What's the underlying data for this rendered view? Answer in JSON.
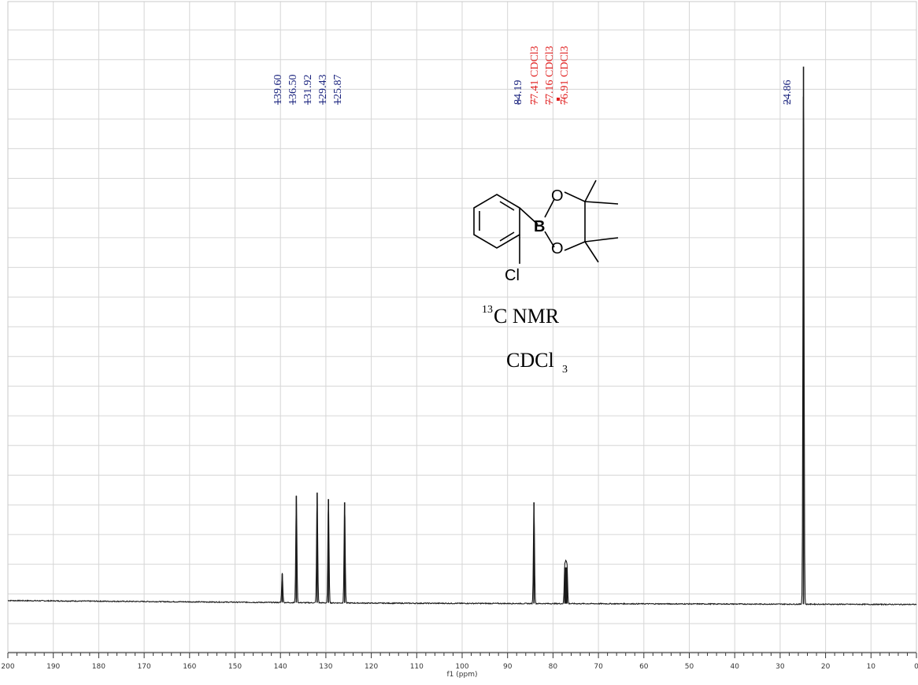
{
  "chart_data": {
    "type": "line",
    "xlabel": "f1 (ppm)",
    "xlim": [
      200,
      0
    ],
    "x_reversed": true,
    "xticks": [
      200,
      190,
      180,
      170,
      160,
      150,
      140,
      130,
      120,
      110,
      100,
      90,
      80,
      70,
      60,
      50,
      40,
      30,
      20,
      10,
      0
    ],
    "grid": true,
    "ylim": [
      0,
      1
    ],
    "baseline_level": 0.075,
    "peaks": [
      {
        "ppm": 139.6,
        "label": "139.60",
        "height": 0.12,
        "color": "#1a237e"
      },
      {
        "ppm": 136.5,
        "label": "136.50",
        "height": 0.24,
        "color": "#1a237e"
      },
      {
        "ppm": 131.92,
        "label": "131.92",
        "height": 0.245,
        "color": "#1a237e"
      },
      {
        "ppm": 129.43,
        "label": "129.43",
        "height": 0.235,
        "color": "#1a237e"
      },
      {
        "ppm": 125.87,
        "label": "125.87",
        "height": 0.23,
        "color": "#1a237e"
      },
      {
        "ppm": 84.19,
        "label": "84.19",
        "height": 0.23,
        "color": "#1a237e"
      },
      {
        "ppm": 77.41,
        "label": "77.41 CDCl3",
        "height": 0.13,
        "color": "#e02020"
      },
      {
        "ppm": 77.16,
        "label": "77.16 CDCl3",
        "height": 0.13,
        "color": "#e02020"
      },
      {
        "ppm": 76.91,
        "label": "76.91 CDCl3",
        "height": 0.13,
        "color": "#e02020"
      },
      {
        "ppm": 24.86,
        "label": "24.86",
        "height": 0.9,
        "color": "#1a237e"
      }
    ]
  },
  "annotation": {
    "nucleus_sup": "13",
    "nucleus_text": "C NMR",
    "solvent_main": "CDCl",
    "solvent_sub": "3",
    "atom_B": "B",
    "atom_O": "O",
    "atom_Cl": "Cl"
  }
}
